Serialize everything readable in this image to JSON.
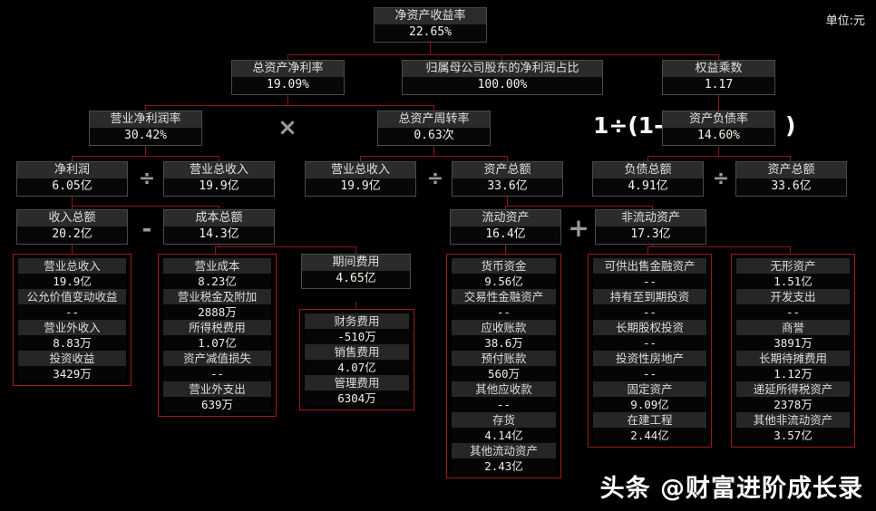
{
  "meta": {
    "unit_label": "单位:元",
    "watermark": "头条 @财富进阶成长录",
    "accent_line_color": "#8c1717",
    "group_border_color": "#9c1a1a",
    "node_label_bg": "#2b2b2b",
    "background": "#000000"
  },
  "operators": {
    "multiply": "×",
    "divide": "÷",
    "minus": "-",
    "plus": "+",
    "equity_formula_left": "1÷(1-",
    "equity_formula_right": ")"
  },
  "nodes": {
    "roe": {
      "label": "净资产收益率",
      "value": "22.65%"
    },
    "roa": {
      "label": "总资产净利率",
      "value": "19.09%"
    },
    "parent_profit_share": {
      "label": "归属母公司股东的净利润占比",
      "value": "100.00%"
    },
    "equity_multiplier": {
      "label": "权益乘数",
      "value": "1.17"
    },
    "net_margin": {
      "label": "营业净利润率",
      "value": "30.42%"
    },
    "asset_turnover": {
      "label": "总资产周转率",
      "value": "0.63次"
    },
    "debt_ratio": {
      "label": "资产负债率",
      "value": "14.60%"
    },
    "net_profit": {
      "label": "净利润",
      "value": "6.05亿"
    },
    "revenue_1": {
      "label": "营业总收入",
      "value": "19.9亿"
    },
    "revenue_2": {
      "label": "营业总收入",
      "value": "19.9亿"
    },
    "total_assets_1": {
      "label": "资产总额",
      "value": "33.6亿"
    },
    "total_liabilities": {
      "label": "负债总额",
      "value": "4.91亿"
    },
    "total_assets_2": {
      "label": "资产总额",
      "value": "33.6亿"
    },
    "total_income": {
      "label": "收入总额",
      "value": "20.2亿"
    },
    "total_cost": {
      "label": "成本总额",
      "value": "14.3亿"
    },
    "current_assets": {
      "label": "流动资产",
      "value": "16.4亿"
    },
    "noncurrent_assets": {
      "label": "非流动资产",
      "value": "17.3亿"
    },
    "period_expense": {
      "label": "期间费用",
      "value": "4.65亿"
    }
  },
  "groups": {
    "income_items": [
      {
        "label": "营业总收入",
        "value": "19.9亿"
      },
      {
        "label": "公允价值变动收益",
        "value": "--"
      },
      {
        "label": "营业外收入",
        "value": "8.83万"
      },
      {
        "label": "投资收益",
        "value": "3429万"
      }
    ],
    "cost_items": [
      {
        "label": "营业成本",
        "value": "8.23亿"
      },
      {
        "label": "营业税金及附加",
        "value": "2888万"
      },
      {
        "label": "所得税费用",
        "value": "1.07亿"
      },
      {
        "label": "资产减值损失",
        "value": "--"
      },
      {
        "label": "营业外支出",
        "value": "639万"
      }
    ],
    "period_expense_items": [
      {
        "label": "财务费用",
        "value": "-510万"
      },
      {
        "label": "销售费用",
        "value": "4.07亿"
      },
      {
        "label": "管理费用",
        "value": "6304万"
      }
    ],
    "current_asset_items": [
      {
        "label": "货币资金",
        "value": "9.56亿"
      },
      {
        "label": "交易性金融资产",
        "value": "--"
      },
      {
        "label": "应收账款",
        "value": "38.6万"
      },
      {
        "label": "预付账款",
        "value": "560万"
      },
      {
        "label": "其他应收款",
        "value": "--"
      },
      {
        "label": "存货",
        "value": "4.14亿"
      },
      {
        "label": "其他流动资产",
        "value": "2.43亿"
      }
    ],
    "noncurrent_asset_items_a": [
      {
        "label": "可供出售金融资产",
        "value": "--"
      },
      {
        "label": "持有至到期投资",
        "value": "--"
      },
      {
        "label": "长期股权投资",
        "value": "--"
      },
      {
        "label": "投资性房地产",
        "value": "--"
      },
      {
        "label": "固定资产",
        "value": "9.09亿"
      },
      {
        "label": "在建工程",
        "value": "2.44亿"
      }
    ],
    "noncurrent_asset_items_b": [
      {
        "label": "无形资产",
        "value": "1.51亿"
      },
      {
        "label": "开发支出",
        "value": "--"
      },
      {
        "label": "商誉",
        "value": "3891万"
      },
      {
        "label": "长期待摊费用",
        "value": "1.12万"
      },
      {
        "label": "递延所得税资产",
        "value": "2378万"
      },
      {
        "label": "其他非流动资产",
        "value": "3.57亿"
      }
    ]
  }
}
